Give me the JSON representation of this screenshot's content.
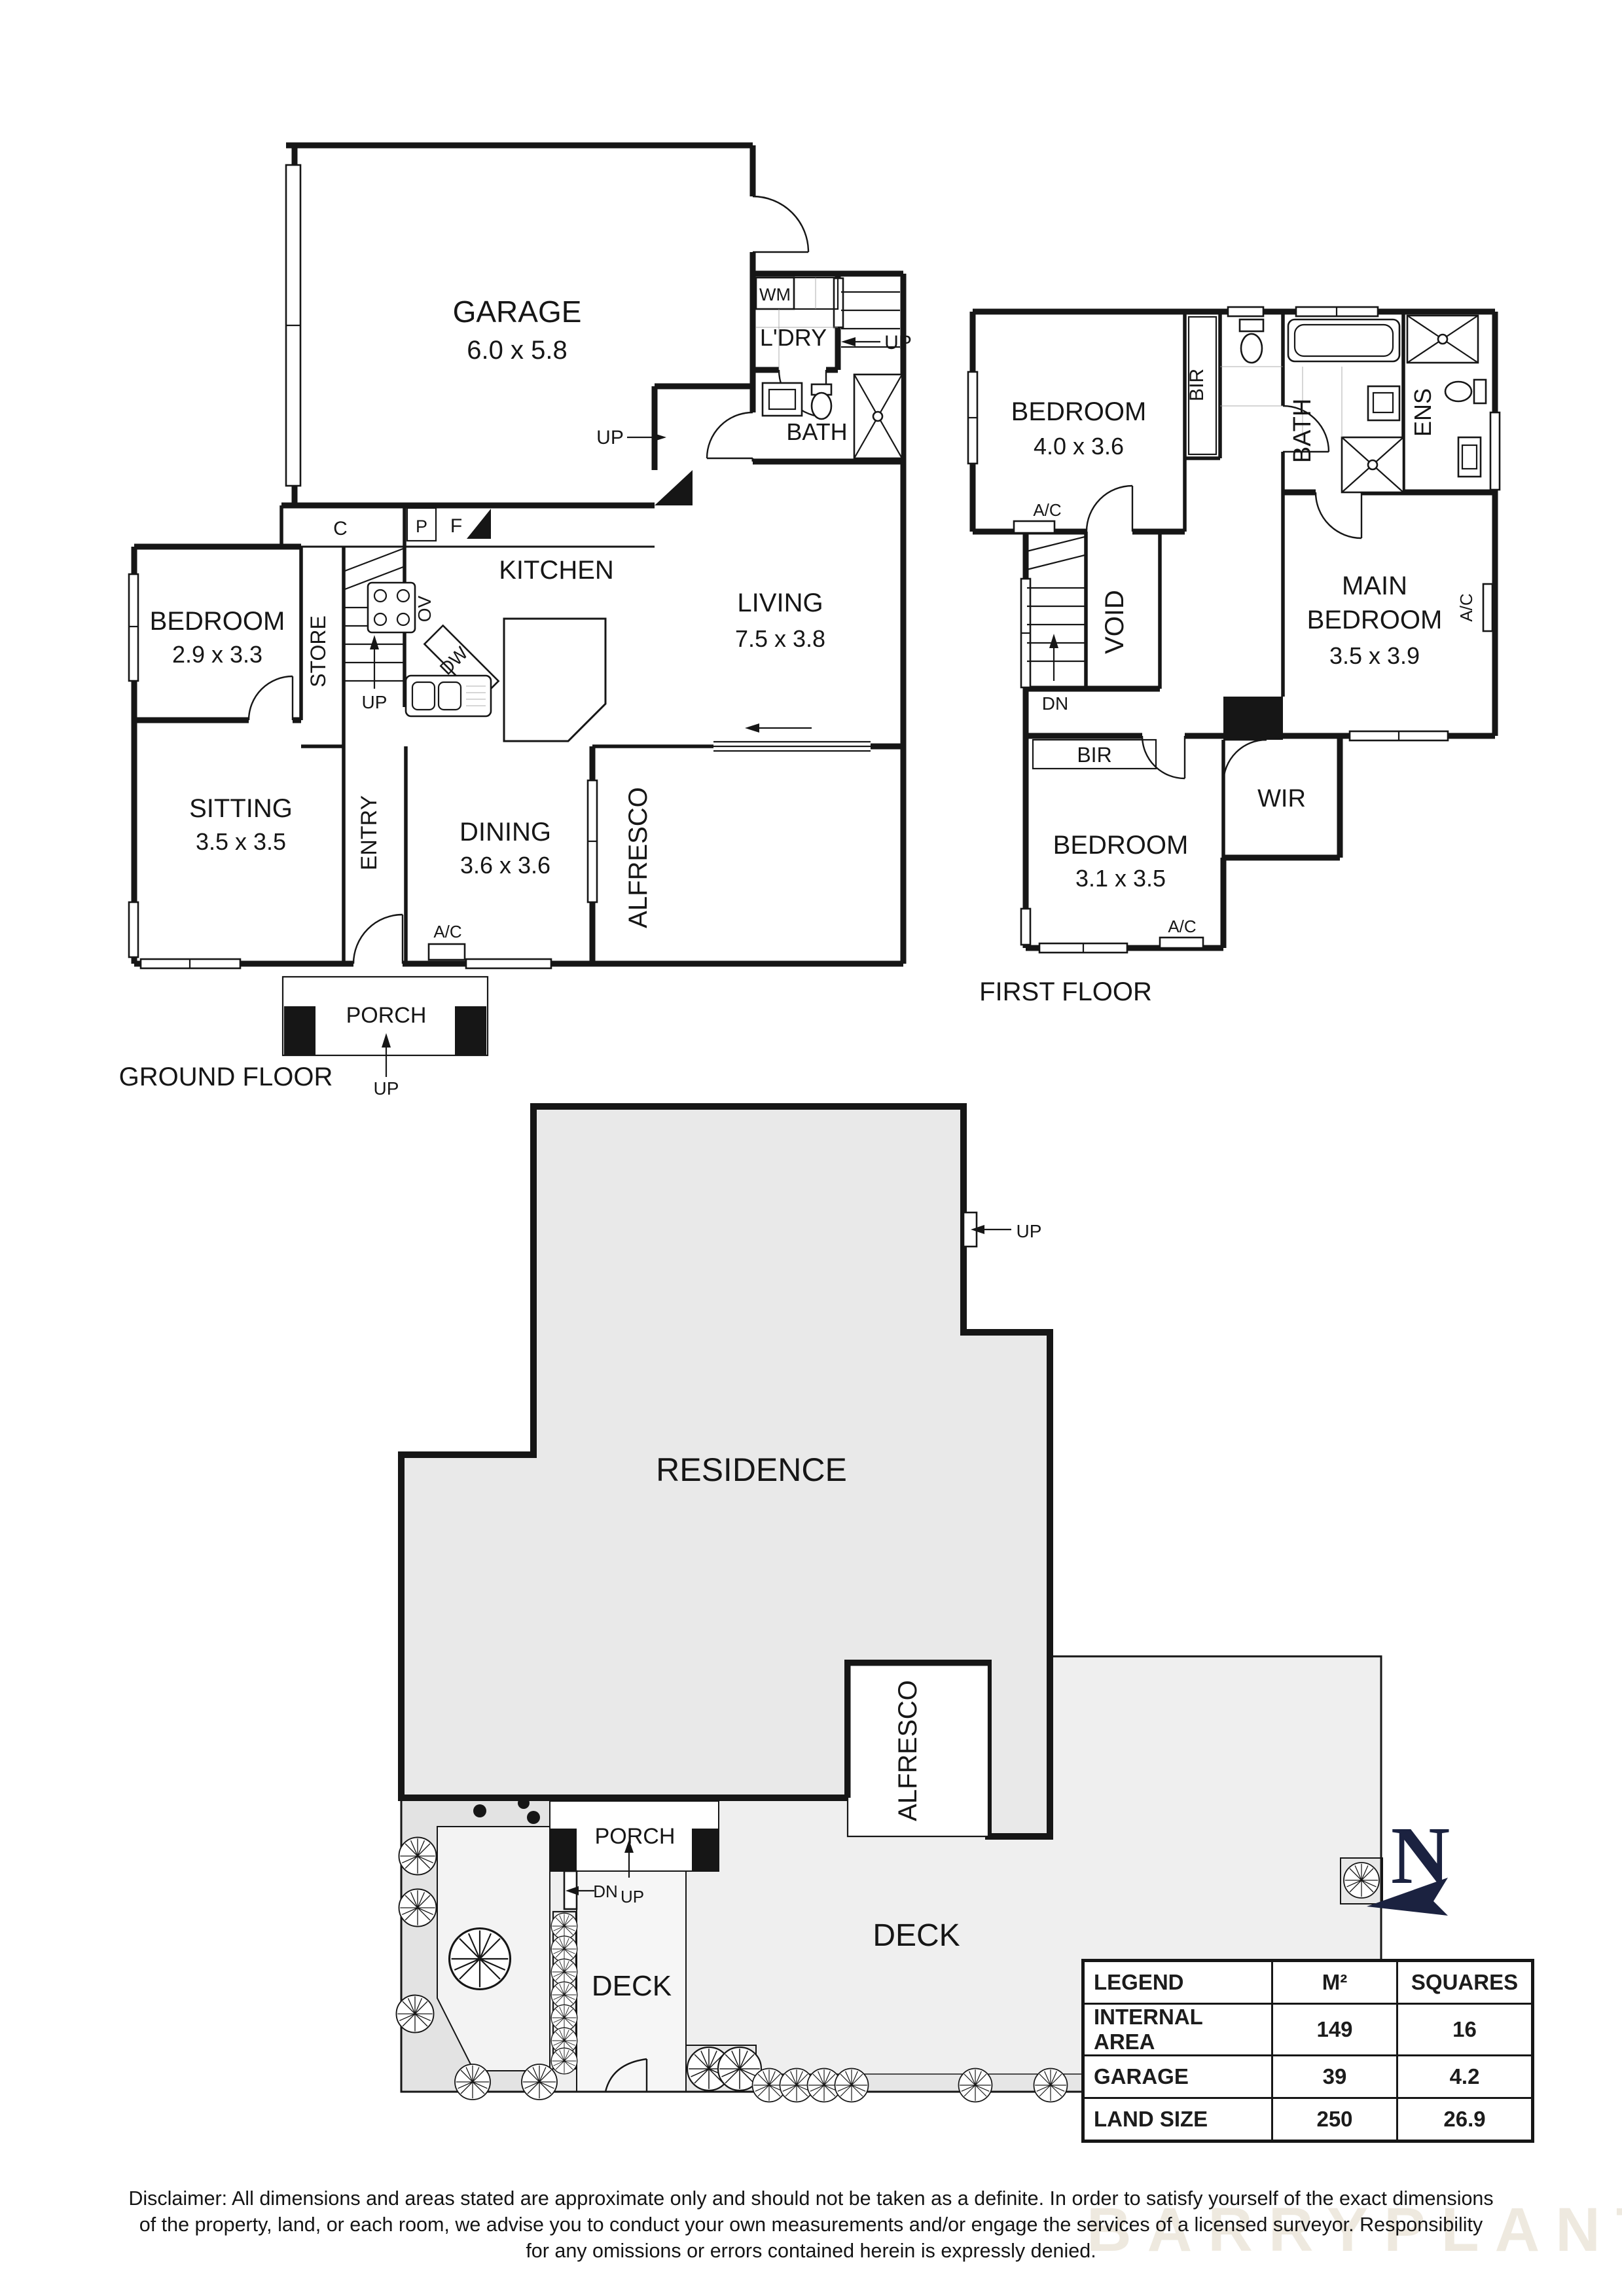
{
  "ground_floor": {
    "caption": "GROUND FLOOR",
    "garage": {
      "name": "GARAGE",
      "dims": "6.0 x 5.8"
    },
    "laundry": {
      "name": "L'DRY",
      "wm": "WM"
    },
    "bath": {
      "name": "BATH"
    },
    "kitchen": {
      "name": "KITCHEN",
      "ov": "OV",
      "dw": "DW",
      "cupboard": "C",
      "pantry": "P",
      "fridge": "F"
    },
    "living": {
      "name": "LIVING",
      "dims": "7.5 x 3.8"
    },
    "bedroom": {
      "name": "BEDROOM",
      "dims": "2.9 x 3.3"
    },
    "store": {
      "name": "STORE"
    },
    "sitting": {
      "name": "SITTING",
      "dims": "3.5 x 3.5"
    },
    "entry": {
      "name": "ENTRY"
    },
    "dining": {
      "name": "DINING",
      "dims": "3.6 x 3.6"
    },
    "alfresco": {
      "name": "ALFRESCO"
    },
    "porch": {
      "name": "PORCH"
    },
    "ac": "A/C",
    "up": "UP"
  },
  "first_floor": {
    "caption": "FIRST FLOOR",
    "bedroom": {
      "name": "BEDROOM",
      "dims": "4.0 x 3.6"
    },
    "bir": "BIR",
    "bath": {
      "name": "BATH"
    },
    "ens": {
      "name": "ENS"
    },
    "void_label": "VOID",
    "dn": "DN",
    "main_bedroom": {
      "line1": "MAIN",
      "line2": "BEDROOM",
      "dims": "3.5 x 3.9"
    },
    "wir": "WIR",
    "bedroom3": {
      "name": "BEDROOM",
      "dims": "3.1 x 3.5"
    },
    "ac": "A/C"
  },
  "site_plan": {
    "residence": "RESIDENCE",
    "alfresco": "ALFRESCO",
    "porch": "PORCH",
    "deck_small": "DECK",
    "deck_large": "DECK",
    "up": "UP",
    "dn": "DN"
  },
  "north": {
    "label": "N"
  },
  "legend": {
    "headers": [
      "LEGEND",
      "M²",
      "SQUARES"
    ],
    "rows": [
      [
        "INTERNAL AREA",
        "149",
        "16"
      ],
      [
        "GARAGE",
        "39",
        "4.2"
      ],
      [
        "LAND SIZE",
        "250",
        "26.9"
      ]
    ]
  },
  "disclaimer": {
    "lines": [
      "Disclaimer: All dimensions and areas stated are approximate only and should not be taken as a definite. In order to satisfy yourself of the exact dimensions",
      "of the property, land, or each room, we advise you to conduct your own measurements and/or engage the services of a licensed surveyor. Responsibility",
      "for any omissions or errors contained herein is expressly denied."
    ]
  },
  "watermark": "BARRYPLANT",
  "colors": {
    "wall": "#161616",
    "residence_fill": "#e9e9e9",
    "deck_fill": "#efefef",
    "garden_fill": "#e3e3e3",
    "north_navy": "#1b2240"
  }
}
